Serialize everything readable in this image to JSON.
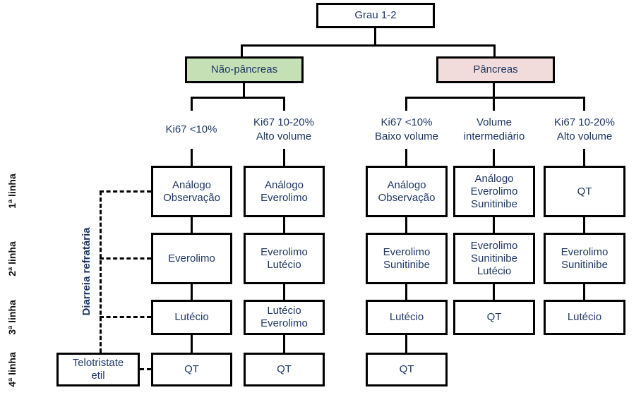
{
  "colors": {
    "accent_green": "#C5E0B4",
    "accent_pink": "#F2DCDB",
    "text_navy": "#1F3864",
    "line_black": "#000000"
  },
  "root_label": "Grau 1-2",
  "branch_left": "Não-pâncreas",
  "branch_right": "Pâncreas",
  "line_labels": [
    "1ª linha",
    "2ª linha",
    "3ª linha",
    "4ª linha"
  ],
  "refractory_label": "Diarreia refratária",
  "telotristate_label": "Telotristate\netil",
  "columns": [
    {
      "header": "Ki67 <10%",
      "steps": [
        "Análogo\nObservação",
        "Everolimo",
        "Lutécio",
        "QT"
      ]
    },
    {
      "header": "Ki67 10-20%\nAlto volume",
      "steps": [
        "Análogo\nEverolimo",
        "Everolimo\nLutécio",
        "Lutécio\nEverolimo",
        "QT"
      ]
    },
    {
      "header": "Ki67 <10%\nBaixo volume",
      "steps": [
        "Análogo\nObservação",
        "Everolimo\nSunitinibe",
        "Lutécio",
        "QT"
      ]
    },
    {
      "header": "Volume\nintermediário",
      "steps": [
        "Análogo\nEverolimo\nSunitinibe",
        "Everolimo\nSunitinibe\nLutécio",
        "QT"
      ]
    },
    {
      "header": "Ki67 10-20%\nAlto volume",
      "steps": [
        "QT",
        "Everolimo\nSunitinibe",
        "Lutécio"
      ]
    }
  ]
}
